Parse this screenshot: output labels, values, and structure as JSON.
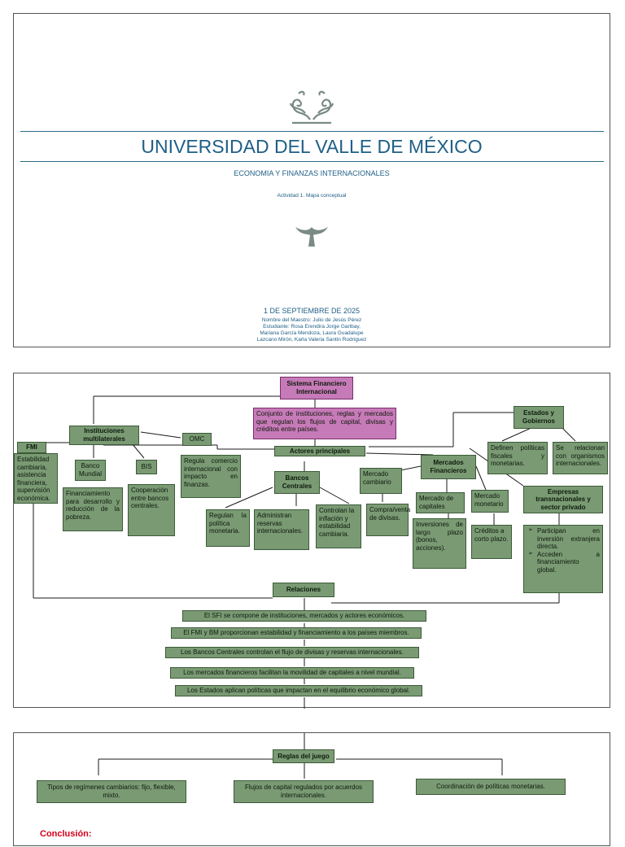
{
  "cover": {
    "university": "UNIVERSIDAD DEL VALLE DE MÉXICO",
    "course": "ECONOMIA Y FINANZAS INTERNACIONALES",
    "activity": "Actividad 1. Mapa conceptual",
    "date": "1 DE SEPTIEMBRE DE 2025",
    "teacher": "Nombre del Maestro: Julio de Jesús Pérez",
    "students_1": "Estudiante: Rosa Erendira Jorge Garibay,",
    "students_2": "Mariana García Mendoza, Laura Guadalupe",
    "students_3": "Lazcano Mirón, Karla Valeria Santin Rodriguez"
  },
  "map": {
    "root": "Sistema Financiero Internacional",
    "root_desc": "Conjunto de instituciones, reglas y mercados que regulan los flujos de capital, divisas y créditos entre países.",
    "actores": "Actores principales",
    "instituciones": "Instituciones multilaterales",
    "fmi": "FMI",
    "fmi_desc": "Estabilidad cambiaria, asistencia financiera, supervisión económica.",
    "banco_mundial": "Banco Mundial",
    "bm_desc": "Financiamiento para desarrollo y reducción de la pobreza.",
    "bis": "BIS",
    "bis_desc": "Cooperación entre bancos centrales.",
    "omc": "OMC",
    "omc_desc": "Regula comercio internacional con impacto en finanzas.",
    "bancos_centrales": "Bancos Centrales",
    "bc_1": "Regulan la política monetaria.",
    "bc_2": "Administran reservas internacionales.",
    "bc_3": "Controlan la inflación y estabilidad cambiaria.",
    "mercados": "Mercados Financieros",
    "m_cambiario": "Mercado cambiario",
    "m_cambiario_desc": "Compra/venta de divisas.",
    "m_capitales": "Mercado de capitales",
    "m_capitales_desc": "Inversiones de largo plazo (bonos, acciones).",
    "m_monetario": "Mercado monetario",
    "m_monetario_desc": "Créditos a corto plazo.",
    "estados": "Estados y Gobiernos",
    "estados_1": "Definen políticas fiscales y monetarias.",
    "estados_2": "Se relacionan con organismos internacionales.",
    "empresas": "Empresas transnacionales y sector privado",
    "empresas_1": "Participan en inversión extranjera directa.",
    "empresas_2": "Acceden a financiamiento global.",
    "relaciones": "Relaciones",
    "rel_1": "El SFI se compone de instituciones, mercados y actores económicos.",
    "rel_2": "El FMI y BM proporcionan estabilidad y financiamiento a los países miembros.",
    "rel_3": "Los Bancos Centrales controlan el flujo de divisas y reservas internacionales.",
    "rel_4": "Los mercados financieros facilitan la movilidad de capitales a nivel mundial.",
    "rel_5": "Los Estados aplican políticas que impactan en el equilibrio económico global."
  },
  "rules": {
    "title": "Reglas del juego",
    "r1": "Tipos de regímenes cambiarios: fijo, flexible, mixto.",
    "r2": "Flujos de capital regulados por acuerdos internacionales.",
    "r3": "Coordinación de políticas monetarias.",
    "conclusion": "Conclusión:"
  },
  "colors": {
    "accent": "#1f5f86",
    "node": "#7a9a74",
    "pink": "#c77ab8",
    "conclusion": "#d1001c"
  },
  "icons": [
    "ornament-flourish-icon",
    "ornament-small-icon"
  ]
}
